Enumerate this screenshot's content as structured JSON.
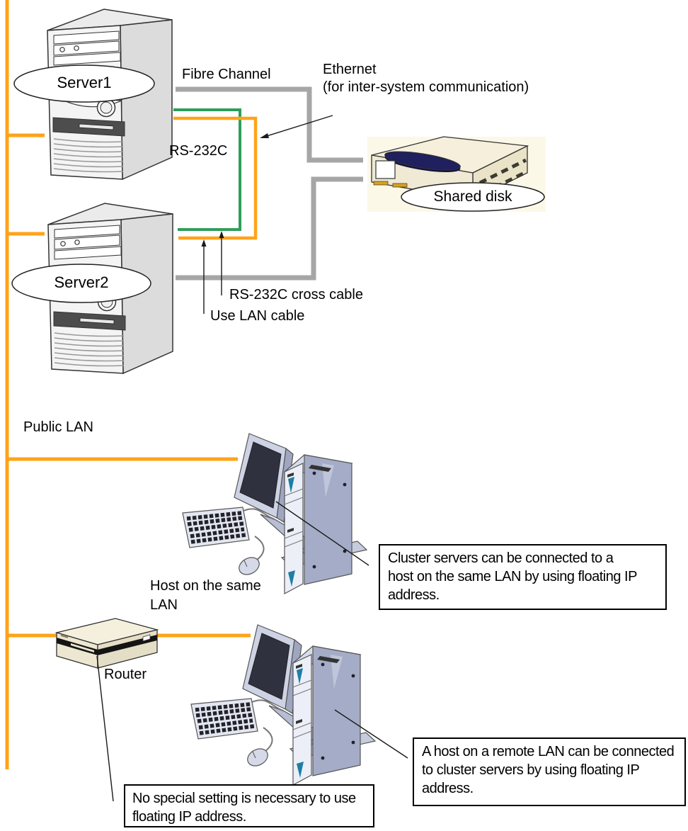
{
  "labels": {
    "fibre_channel": "Fibre Channel",
    "ethernet_line1": "Ethernet",
    "ethernet_line2": "(for inter-system communication)",
    "rs232c": "RS-232C",
    "rs232c_cross_cable": "RS-232C cross cable",
    "use_lan_cable": "Use LAN cable",
    "public_lan": "Public LAN",
    "host_on_same_lan": "Host on the same LAN",
    "router": "Router"
  },
  "nodes": {
    "server1": "Server1",
    "server2": "Server2",
    "shared_disk": "Shared disk"
  },
  "callouts": {
    "same_lan_host": "Cluster servers can be connected to a host on the same LAN by using floating IP address.",
    "remote_lan_host": "A host on a remote LAN can be connected to cluster servers by using floating IP address.",
    "router_note": "No special setting is necessary to use floating IP address."
  },
  "colors": {
    "lan_line": "#FFA319",
    "rs232c_line": "#2E9E5A",
    "fibre_line": "#A6A6A6",
    "annotation_line": "#1A1A1A"
  }
}
